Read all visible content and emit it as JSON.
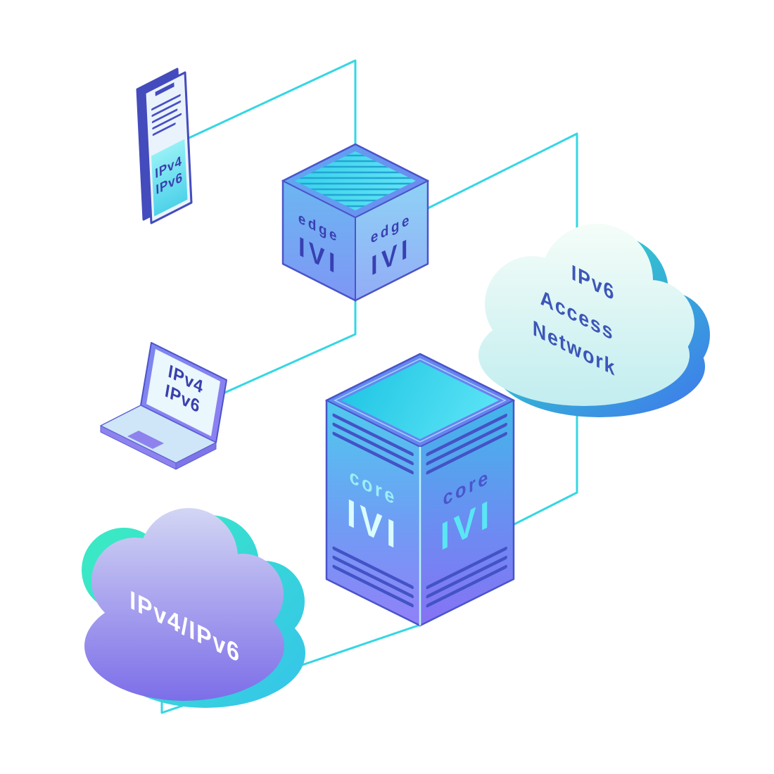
{
  "phone": {
    "lines": [
      "IPv4",
      "IPv6"
    ]
  },
  "laptop": {
    "lines": [
      "IPv4",
      "IPv6"
    ]
  },
  "edge_router": {
    "faces": [
      {
        "name": "edge",
        "tech": "IVI"
      },
      {
        "name": "edge",
        "tech": "IVI"
      }
    ]
  },
  "core_router": {
    "faces": [
      {
        "name": "core",
        "tech": "IVI"
      },
      {
        "name": "core",
        "tech": "IVI"
      }
    ]
  },
  "access_cloud": {
    "lines": [
      "IPv6",
      "Access",
      "Network"
    ]
  },
  "transit_cloud": {
    "label": "IPv4/IPv6"
  },
  "colors": {
    "connection_line": "#35d6e4",
    "indigo_text": "#3b3fae",
    "cloud_text": "#3d56b8",
    "white_text": "#ffffff"
  }
}
